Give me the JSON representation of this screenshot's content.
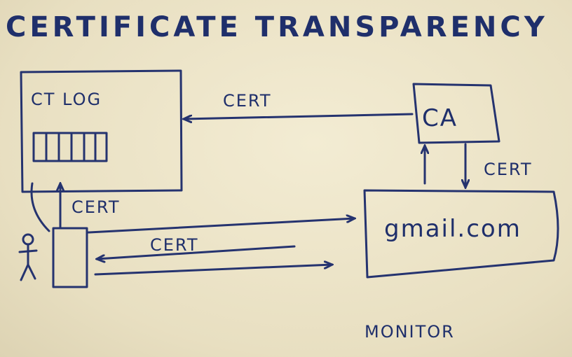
{
  "title": "CERTIFICATE TRANSPARENCY",
  "nodes": {
    "ct_log": "CT LOG",
    "ca": "CA",
    "server": "gmail.com",
    "monitor": "MONITOR"
  },
  "edges": {
    "ca_to_log": "CERT",
    "ca_to_server": "CERT",
    "client_to_log": "CERT",
    "server_to_client": "CERT"
  },
  "colors": {
    "ink": "#25336f",
    "board": "#ece4c8"
  }
}
